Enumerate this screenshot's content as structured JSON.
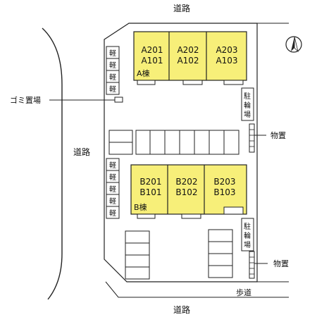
{
  "roads": {
    "top": "道路",
    "left": "道路",
    "bottom": "道路"
  },
  "sidewalk": "歩道",
  "labels": {
    "garbage": "ゴミ置場",
    "bike_parking": "駐輪場",
    "storage": "物置",
    "light_vehicle": "軽"
  },
  "building_a": {
    "name": "A棟",
    "units": [
      {
        "upper": "A201",
        "lower": "A101"
      },
      {
        "upper": "A202",
        "lower": "A102"
      },
      {
        "upper": "A203",
        "lower": "A103"
      }
    ]
  },
  "building_b": {
    "name": "B棟",
    "units": [
      {
        "upper": "B201",
        "lower": "B101"
      },
      {
        "upper": "B202",
        "lower": "B102"
      },
      {
        "upper": "B203",
        "lower": "B103"
      }
    ]
  },
  "colors": {
    "building_fill": "#f7ef79",
    "line": "#222222"
  },
  "icons": {
    "north": "north-arrow-icon"
  }
}
